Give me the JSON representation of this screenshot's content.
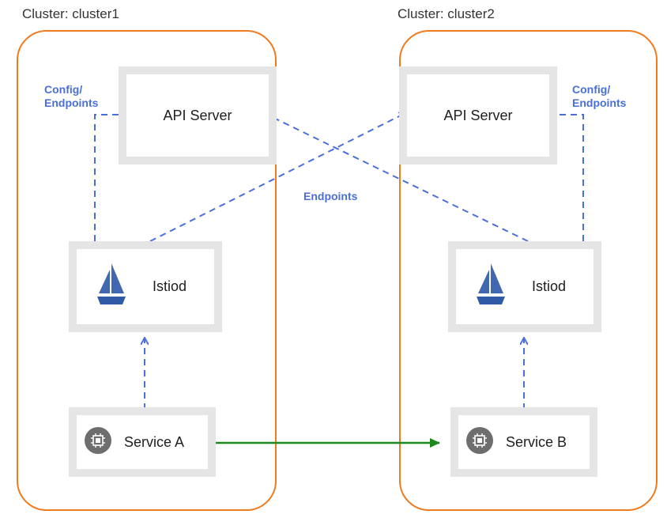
{
  "clusters": [
    {
      "label": "Cluster: cluster1"
    },
    {
      "label": "Cluster: cluster2"
    }
  ],
  "nodes": {
    "api_server_1": "API Server",
    "api_server_2": "API Server",
    "istiod_1": "Istiod",
    "istiod_2": "Istiod",
    "service_a": "Service A",
    "service_b": "Service B"
  },
  "edge_labels": {
    "config_endpoints_1": [
      "Config/",
      "Endpoints"
    ],
    "config_endpoints_2": [
      "Config/",
      "Endpoints"
    ],
    "endpoints_cross": "Endpoints"
  },
  "icons": {
    "istiod": "istio-sail-icon",
    "service": "chip-icon"
  },
  "colors": {
    "cluster_border": "#f07a1e",
    "control_arrow": "#4a6fd8",
    "traffic_arrow": "#1b8a1b",
    "node_border": "#e5e5e5"
  }
}
